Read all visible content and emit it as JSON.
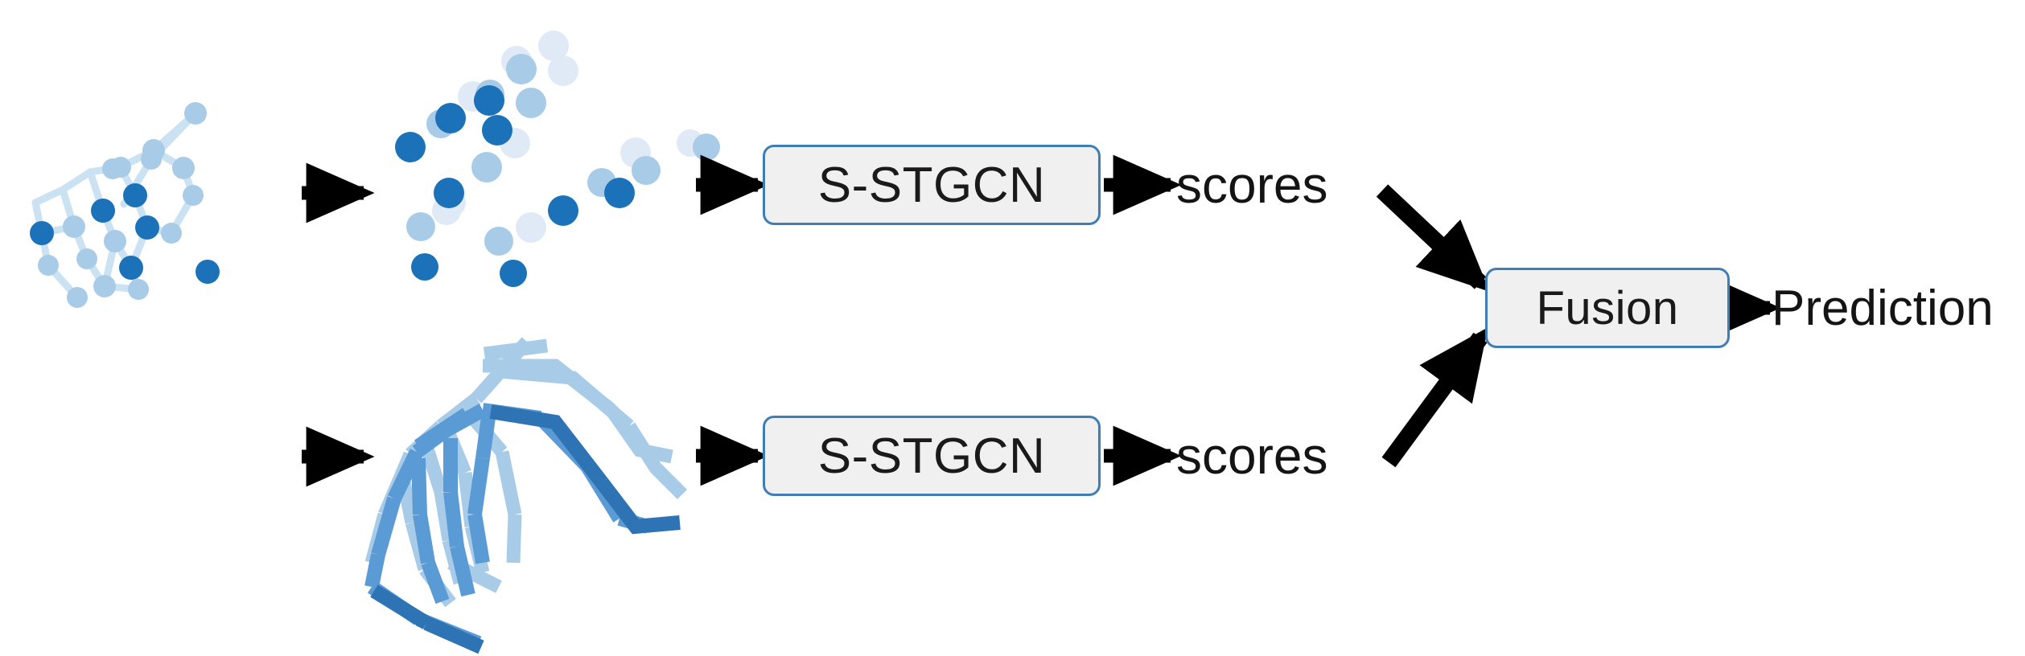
{
  "diagram": {
    "title": "Two-stream S-STGCN skeleton action recognition pipeline",
    "background_color": "#ffffff",
    "accent_color": "#3f7eb5",
    "box_fill_color": "#f0f0f0",
    "arrow_color": "#000000"
  },
  "inputs": {
    "skeleton_graph": {
      "name": "skeleton-graph",
      "node_colors": [
        "#1b72b8",
        "#a8cbe8",
        "#d6e7f4",
        "#7fb3dd"
      ],
      "edge_color": "#c6e0f2"
    },
    "joint_point_cloud": {
      "name": "joint-point-cloud",
      "point_colors": [
        "#1b72b8",
        "#a8cbe8",
        "#dfeaf6"
      ]
    },
    "bone_stream": {
      "name": "bone-limb-stream",
      "limb_colors": [
        "#5b9bd5",
        "#a8cbe8",
        "#2e74b5"
      ]
    }
  },
  "blocks": {
    "sstgcn_top": {
      "label": "S-STGCN"
    },
    "sstgcn_bottom": {
      "label": "S-STGCN"
    },
    "fusion": {
      "label": "Fusion"
    }
  },
  "labels": {
    "scores_top": "scores",
    "scores_bottom": "scores",
    "prediction": "Prediction"
  },
  "arrows": [
    {
      "name": "arrow-skeleton-to-joints",
      "from": "skeleton-graph",
      "to": "joint-point-cloud"
    },
    {
      "name": "arrow-joints-to-sstgcn-top",
      "from": "joint-point-cloud",
      "to": "sstgcn_top"
    },
    {
      "name": "arrow-sstgcn-top-to-scores",
      "from": "sstgcn_top",
      "to": "scores_top"
    },
    {
      "name": "arrow-skeleton-to-bones",
      "from": "skeleton-graph",
      "to": "bone-limb-stream"
    },
    {
      "name": "arrow-bones-to-sstgcn-bottom",
      "from": "bone-limb-stream",
      "to": "sstgcn_bottom"
    },
    {
      "name": "arrow-sstgcn-bottom-to-scores",
      "from": "sstgcn_bottom",
      "to": "scores_bottom"
    },
    {
      "name": "arrow-scores-top-to-fusion",
      "from": "scores_top",
      "to": "fusion"
    },
    {
      "name": "arrow-scores-bottom-to-fusion",
      "from": "scores_bottom",
      "to": "fusion"
    },
    {
      "name": "arrow-fusion-to-prediction",
      "from": "fusion",
      "to": "prediction"
    }
  ]
}
